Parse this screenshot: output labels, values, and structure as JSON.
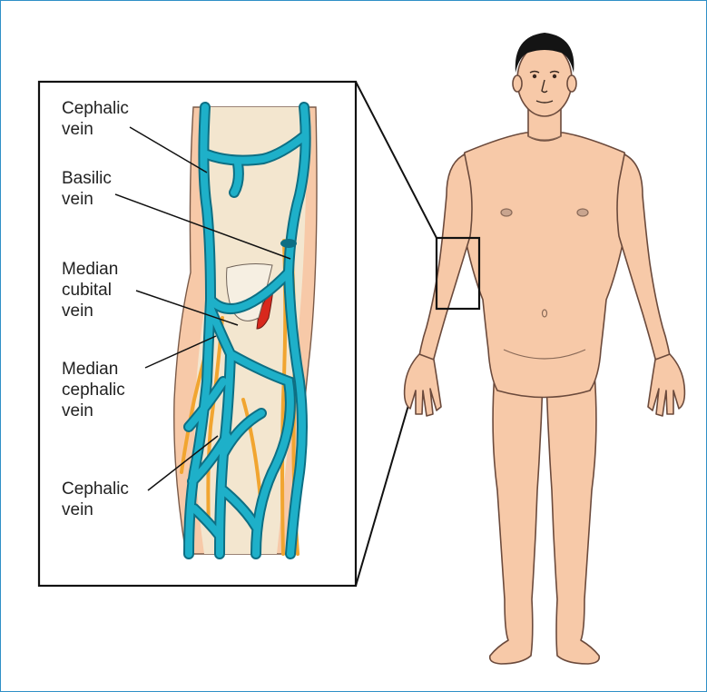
{
  "labels": {
    "cephalic_upper": "Cephalic\nvein",
    "basilic": "Basilic\nvein",
    "median_cubital": "Median\ncubital\nvein",
    "median_cephalic": "Median\ncephalic\nvein",
    "cephalic_lower": "Cephalic\nvein"
  },
  "colors": {
    "frame_border": "#2f8fc7",
    "vein": "#1eb0c9",
    "vein_outline": "#0d6f84",
    "nerve": "#f1a530",
    "skin": "#f7c9a8",
    "skin_outline": "#6b4a3c",
    "tissue": "#f3e6cf",
    "muscle": "#d8281d",
    "hair": "#141414"
  }
}
